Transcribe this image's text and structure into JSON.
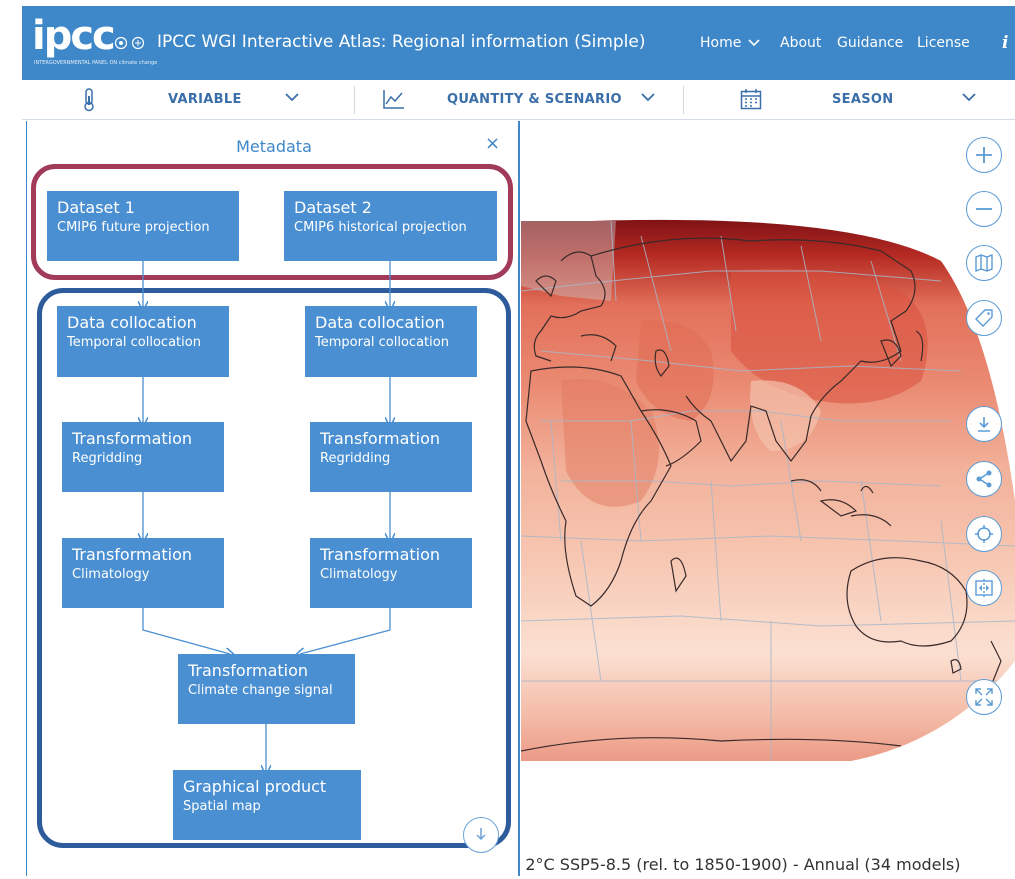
{
  "header": {
    "logo_text": "ipcc",
    "logo_subtext": "INTERGOVERNMENTAL PANEL ON climate change",
    "title": "IPCC WGI Interactive Atlas: Regional information (Simple)",
    "nav": {
      "home": "Home",
      "about": "About",
      "guidance": "Guidance",
      "license": "License"
    },
    "info_glyph": "i"
  },
  "selectors": {
    "variable": "VARIABLE",
    "quantity_scenario": "QUANTITY & SCENARIO",
    "season": "SEASON"
  },
  "metadata_panel": {
    "title": "Metadata",
    "close_glyph": "×",
    "nodes": {
      "dataset1": {
        "title": "Dataset 1",
        "sub": "CMIP6 future projection"
      },
      "dataset2": {
        "title": "Dataset 2",
        "sub": "CMIP6 historical projection"
      },
      "collocation1": {
        "title": "Data collocation",
        "sub": "Temporal collocation"
      },
      "collocation2": {
        "title": "Data collocation",
        "sub": "Temporal collocation"
      },
      "regrid1": {
        "title": "Transformation",
        "sub": "Regridding"
      },
      "regrid2": {
        "title": "Transformation",
        "sub": "Regridding"
      },
      "clim1": {
        "title": "Transformation",
        "sub": "Climatology"
      },
      "clim2": {
        "title": "Transformation",
        "sub": "Climatology"
      },
      "signal": {
        "title": "Transformation",
        "sub": "Climate change signal"
      },
      "product": {
        "title": "Graphical product",
        "sub": "Spatial map"
      }
    }
  },
  "map": {
    "caption": "t 2°C SSP5-8.5 (rel. to 1850-1900) - Annual (34 models)"
  },
  "colors": {
    "header_blue": "#3e87c8",
    "node_blue": "#4a8fd1",
    "group_red": "#a23a5a",
    "group_blue": "#2d5b9c",
    "map_warm_dark": "#7a0f14",
    "map_warm_light": "#fbe0d2"
  }
}
